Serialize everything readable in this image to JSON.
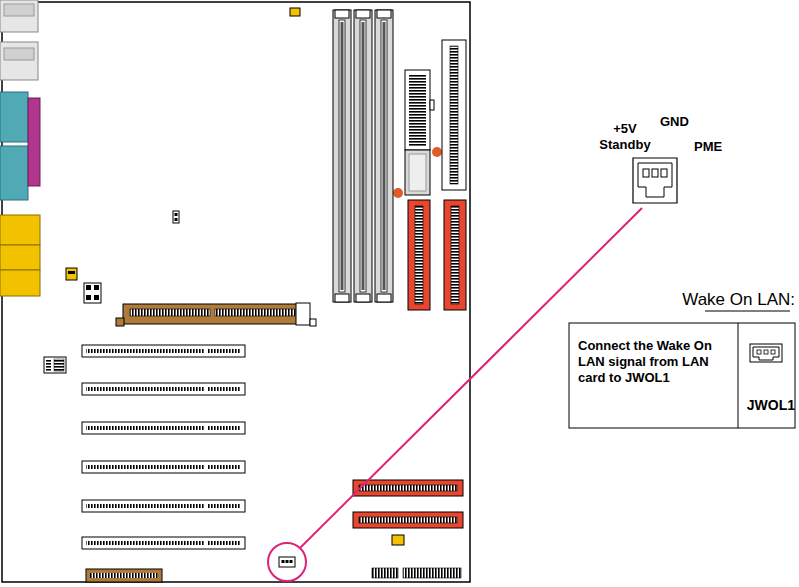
{
  "diagram": {
    "labels": [
      "+5V Standby",
      "GND",
      "PME",
      "Wake On LAN:",
      "Connect the Wake On LAN signal from LAN card to JWOL1",
      "JWOL1"
    ]
  }
}
